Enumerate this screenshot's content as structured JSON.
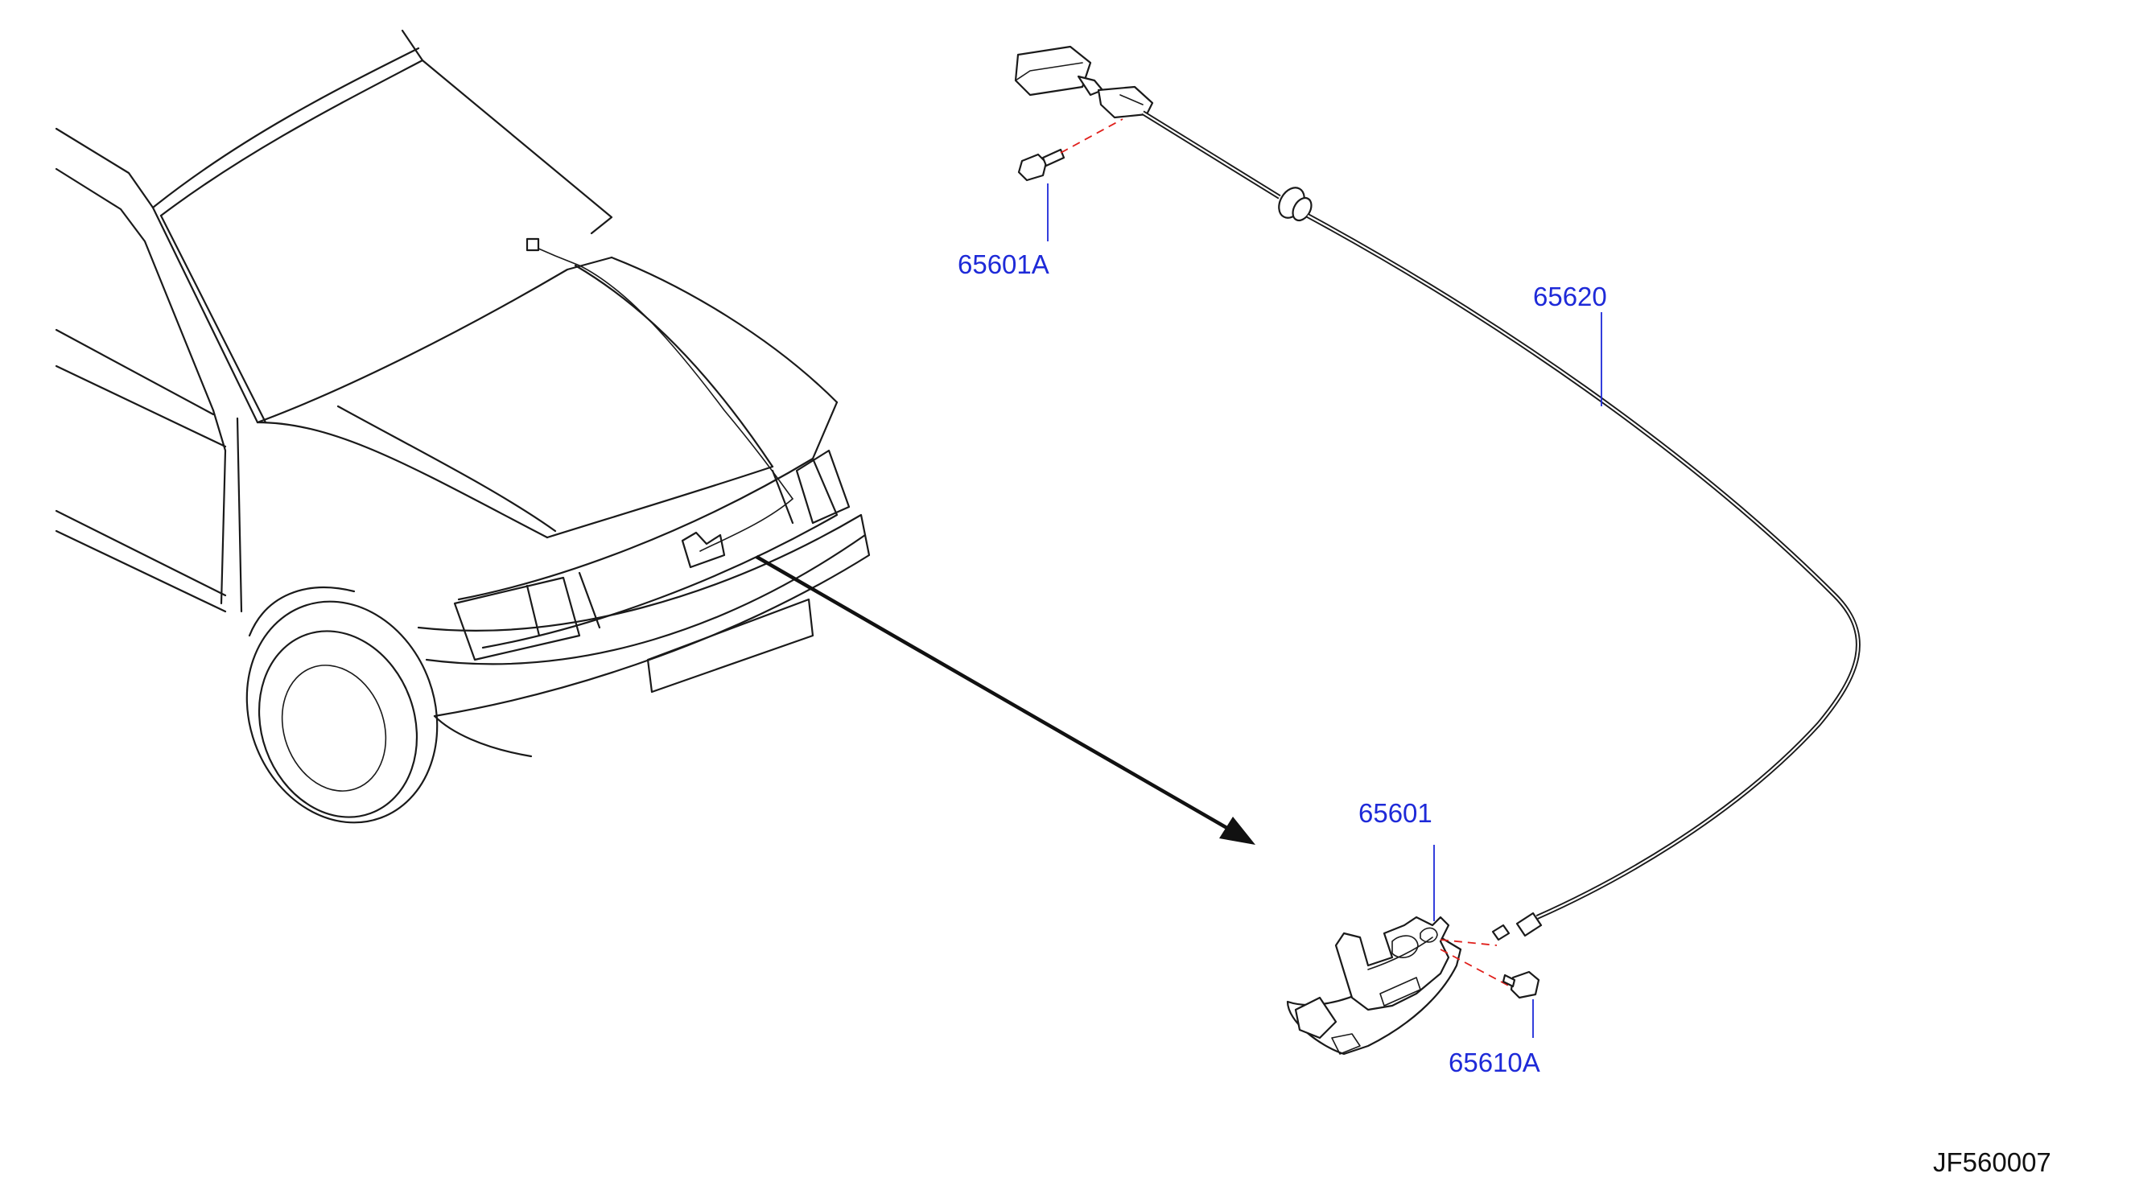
{
  "callouts": {
    "bolt_cable_bracket": "65601A",
    "cable": "65620",
    "hood_lock": "65601",
    "bolt_lock": "65610A"
  },
  "diagram_code": "JF560007",
  "colors": {
    "callout_text": "#1e2ad8",
    "leader_line": "#1e2ad8",
    "dashed_guide": "#e0201c",
    "line_art": "#1a1a1a"
  }
}
